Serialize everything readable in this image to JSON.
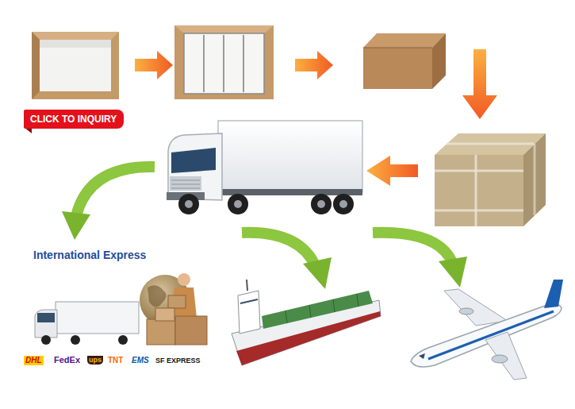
{
  "diagram": {
    "nodes": [
      {
        "text": [
          "CLICK TO INQUIRY"
        ]
      }
    ],
    "edges": [],
    "labels": [
      "International Express",
      "DHL",
      "FedEx",
      "ups",
      "TNT",
      "EMS",
      "SF EXPRESS"
    ]
  }
}
